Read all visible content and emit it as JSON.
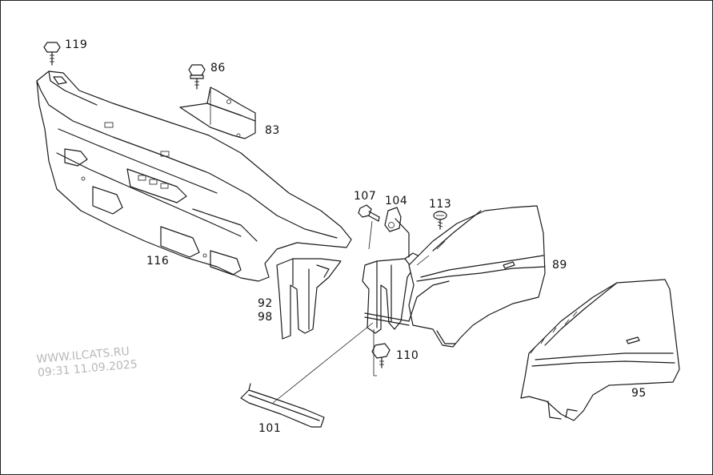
{
  "diagram": {
    "part_numbers": {
      "p119": "119",
      "p86": "86",
      "p83": "83",
      "p116": "116",
      "p107": "107",
      "p104": "104",
      "p113": "113",
      "p89": "89",
      "p92": "92",
      "p98": "98",
      "p110": "110",
      "p101": "101",
      "p95": "95"
    },
    "watermark": {
      "site": "WWW.ILCATS.RU",
      "timestamp": "09:31 11.09.2025"
    }
  }
}
